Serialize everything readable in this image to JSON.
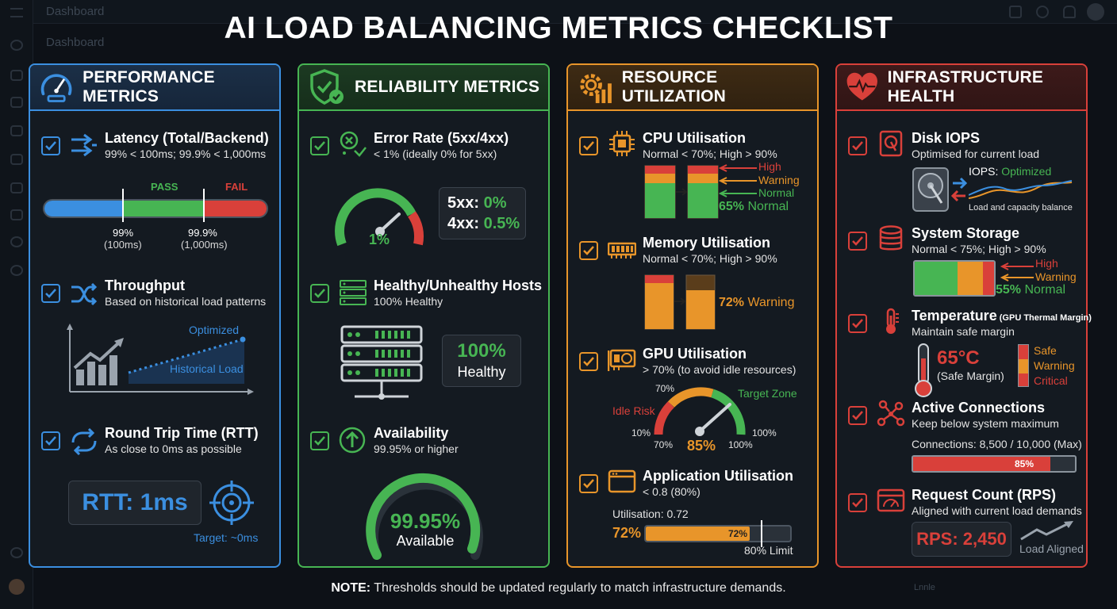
{
  "background": {
    "top_title": "Dashboard",
    "sub_title": "Dashboard",
    "footer_text": "Lnnle"
  },
  "title": "AI LOAD BALANCING METRICS CHECKLIST",
  "note": {
    "label": "NOTE:",
    "text": " Thresholds should be updated regularly to match infrastructure demands."
  },
  "colors": {
    "blue": "#3b8fe0",
    "green": "#47b553",
    "orange": "#e8952a",
    "red": "#d9403a"
  },
  "panels": {
    "performance": {
      "title": "PERFORMANCE METRICS",
      "icon": "speedometer-icon",
      "latency": {
        "title": "Latency (Total/Backend)",
        "subtitle": "99% < 100ms; 99.9% < 1,000ms",
        "pass": "PASS",
        "fail": "FAIL",
        "mark1": "99%",
        "mark1_sub": "(100ms)",
        "mark2": "99.9%",
        "mark2_sub": "(1,000ms)"
      },
      "throughput": {
        "title": "Throughput",
        "subtitle": "Based on historical load patterns",
        "optimized": "Optimized",
        "historical": "Historical Load"
      },
      "rtt": {
        "title": "Round Trip Time (RTT)",
        "subtitle": "As close to 0ms as possible",
        "value": "RTT: 1ms",
        "target": "Target: ~0ms"
      }
    },
    "reliability": {
      "title": "RELIABILITY METRICS",
      "icon": "shield-check-icon",
      "error_rate": {
        "title": "Error Rate (5xx/4xx)",
        "subtitle": "< 1% (ideally 0% for 5xx)",
        "gauge_value": "1%",
        "line5_label": "5xx:",
        "line5_value": "0%",
        "line4_label": "4xx:",
        "line4_value": "0.5%"
      },
      "hosts": {
        "title": "Healthy/Unhealthy Hosts",
        "subtitle": "100% Healthy",
        "value": "100%",
        "value_label": "Healthy"
      },
      "availability": {
        "title": "Availability",
        "subtitle": "99.95% or higher",
        "value": "99.95%",
        "value_label": "Available"
      }
    },
    "resource": {
      "title": "RESOURCE UTILIZATION",
      "icon": "gear-chart-icon",
      "cpu": {
        "title": "CPU Utilisation",
        "subtitle": "Normal < 70%; High > 90%",
        "high": "High",
        "warning": "Warning",
        "normal": "Normal",
        "value": "65%",
        "value_label": " Normal"
      },
      "memory": {
        "title": "Memory Utilisation",
        "subtitle": "Normal < 70%; High > 90%",
        "value": "72%",
        "value_label": " Warning"
      },
      "gpu": {
        "title": "GPU Utilisation",
        "subtitle": "> 70% (to avoid idle resources)",
        "idle": "Idle Risk",
        "target": "Target Zone",
        "t70a": "70%",
        "t10": "10%",
        "t70b": "70%",
        "t100": "100%",
        "value": "85%"
      },
      "application": {
        "title": "Application Utilisation",
        "subtitle": "< 0.8 (80%)",
        "util_text": "Utilisation: 0.72",
        "value": "72%",
        "bar_label": "72%",
        "limit": "80% Limit",
        "fill": 0.72
      }
    },
    "infrastructure": {
      "title": "INFRASTRUCTURE HEALTH",
      "icon": "heart-pulse-icon",
      "disk": {
        "title": "Disk IOPS",
        "subtitle": "Optimised for current load",
        "iops_label": "IOPS: ",
        "iops_value": "Optimized",
        "caption": "Load and capacity balance"
      },
      "storage": {
        "title": "System Storage",
        "subtitle": "Normal < 75%; High > 90%",
        "high": "High",
        "warning": "Warning",
        "value": "55%",
        "value_label": " Normal"
      },
      "temperature": {
        "title": "Temperature",
        "title_small": " (GPU Thermal Margin)",
        "subtitle": "Maintain safe margin",
        "value": "65°C",
        "value_sub": "(Safe Margin)",
        "safe": "Safe",
        "warning": "Warning",
        "critical": "Critical"
      },
      "connections": {
        "title": "Active Connections",
        "subtitle": "Keep below system maximum",
        "text": "Connections: 8,500 / 10,000 (Max)",
        "bar_label": "85%",
        "fill": 0.85
      },
      "requests": {
        "title": "Request Count (RPS)",
        "subtitle": "Aligned with current load demands",
        "value": "RPS: 2,450",
        "aligned": "Load Aligned"
      }
    }
  }
}
